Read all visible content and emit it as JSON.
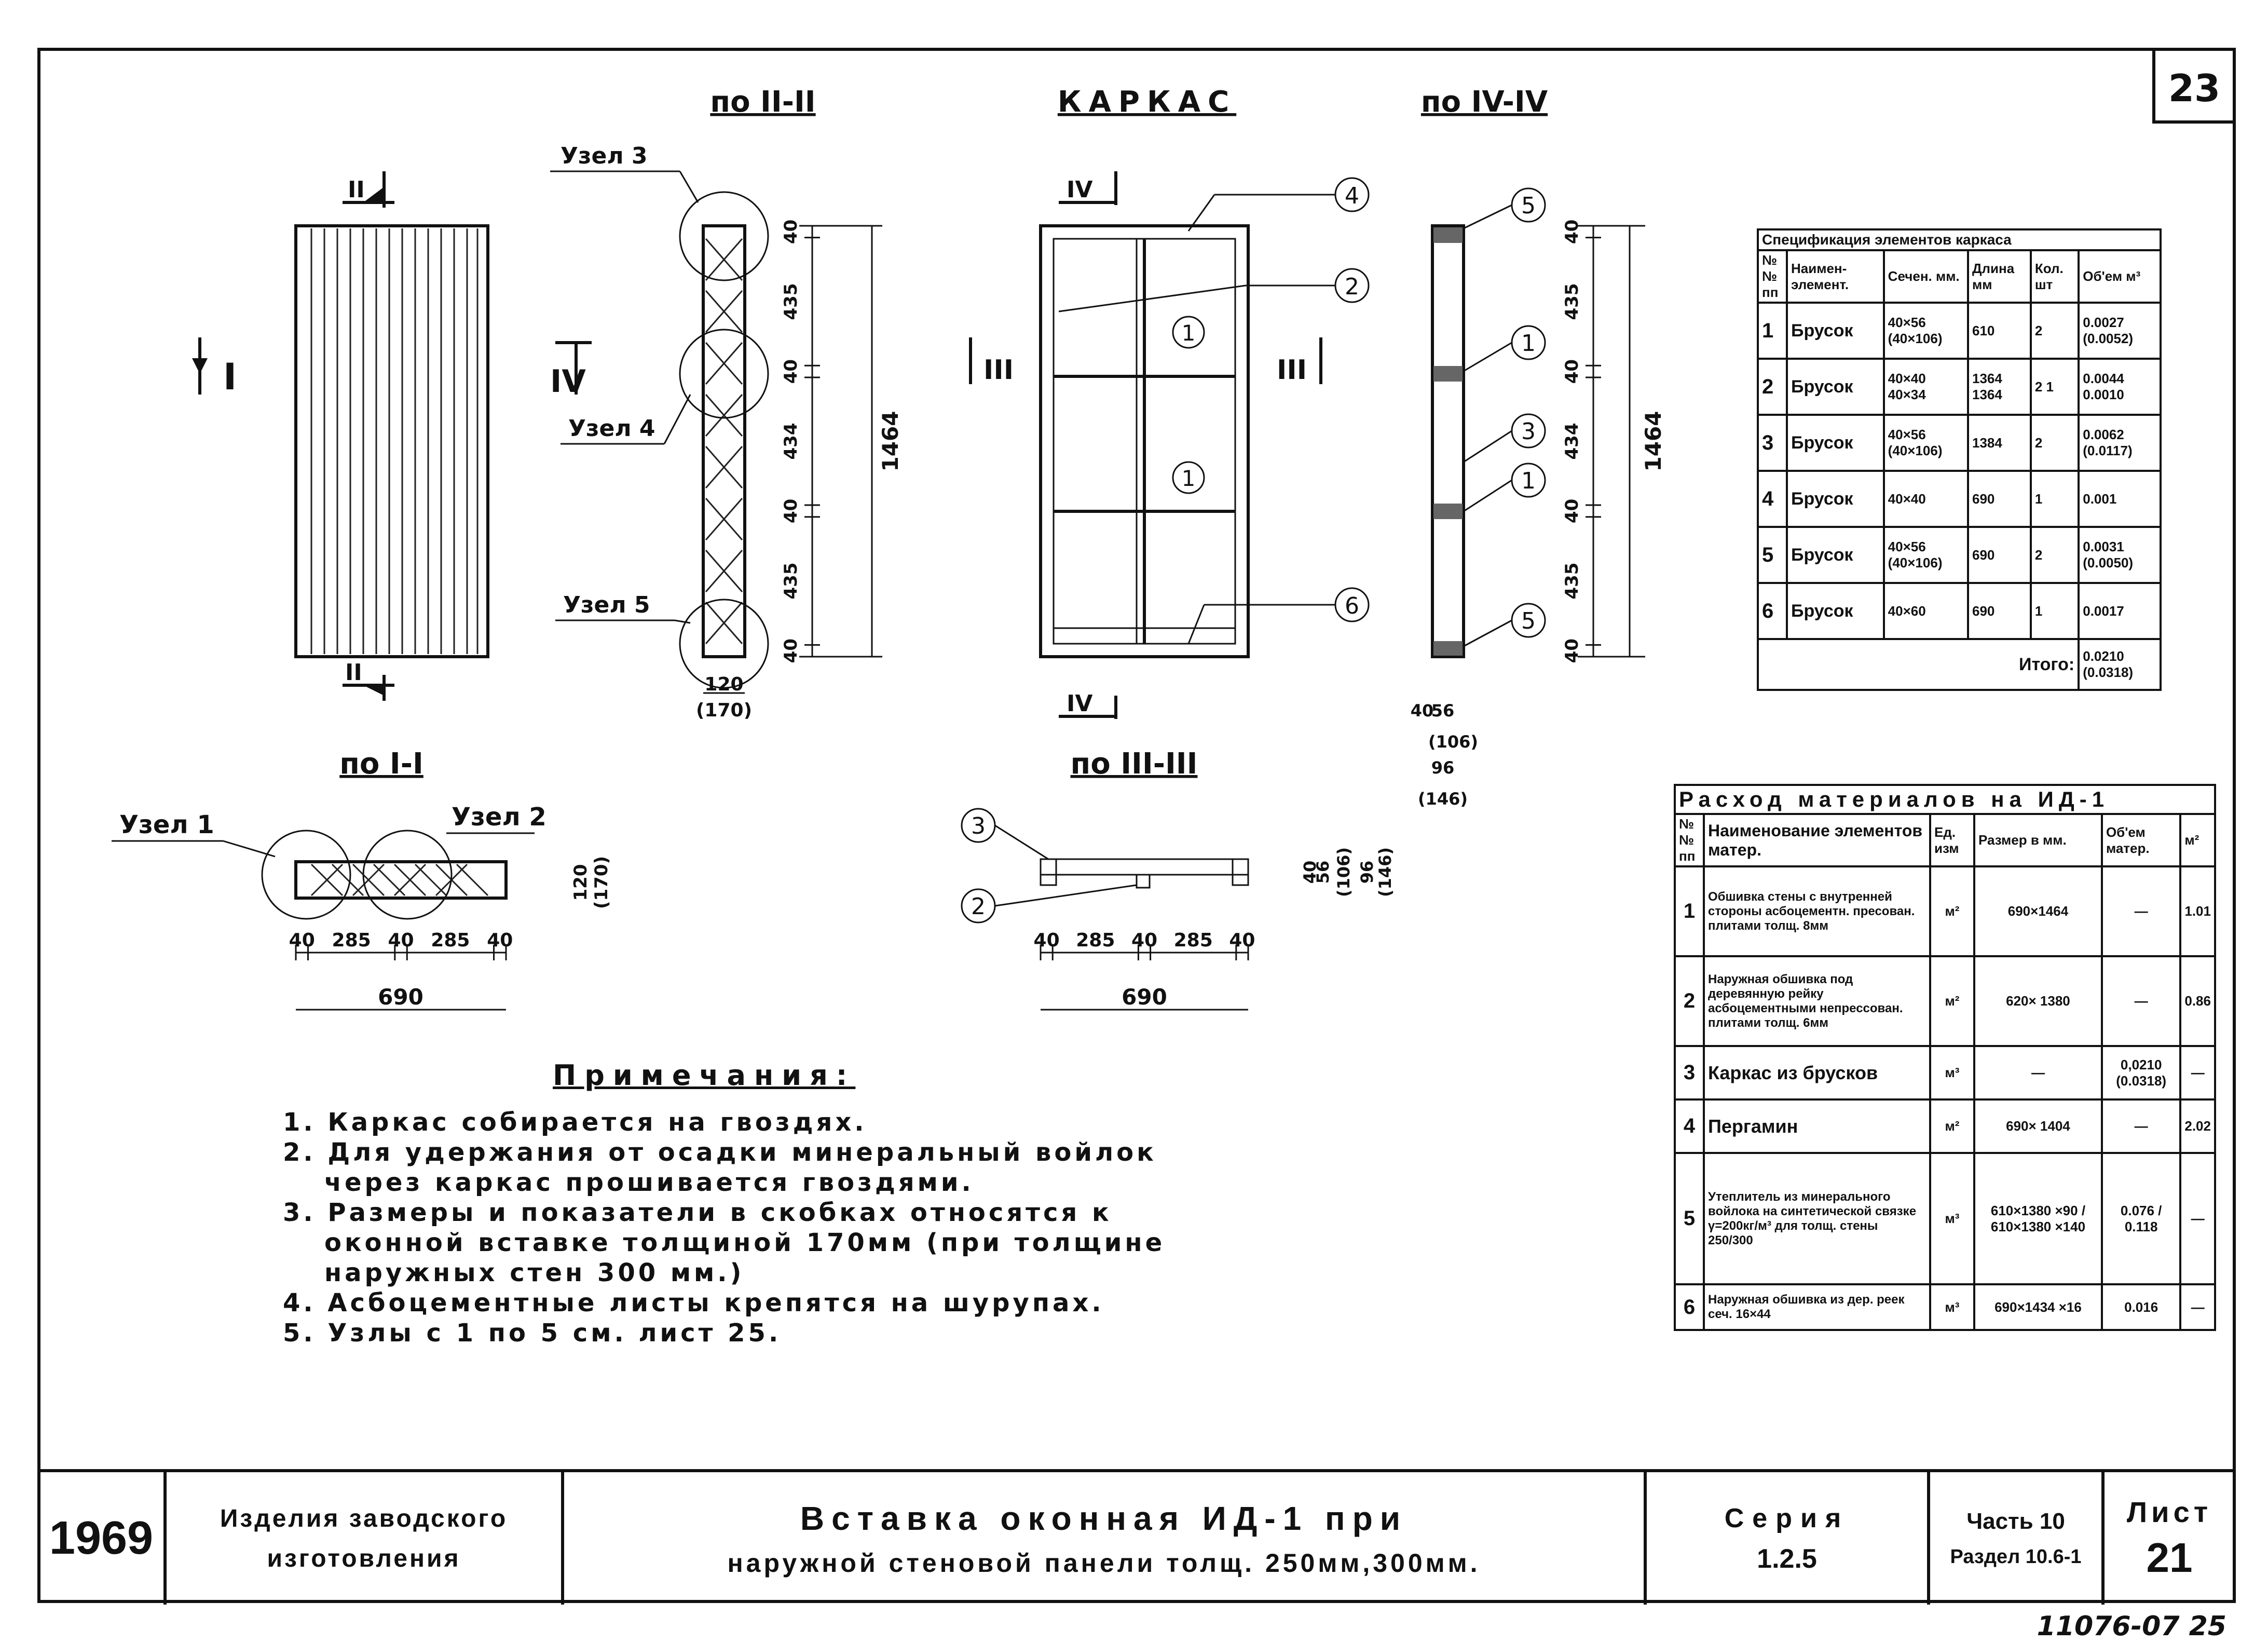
{
  "sheet_number": "23",
  "views": {
    "section_2": "по II-II",
    "frame": "КАРКАС",
    "section_4": "по IV-IV",
    "section_1": "по I-I",
    "section_3": "по III-III"
  },
  "section_marks": {
    "I": "I",
    "II": "II",
    "III": "III",
    "IV": "IV"
  },
  "node_labels": {
    "n1": "Узел 1",
    "n2": "Узел 2",
    "n3": "Узел 3",
    "n4": "Узел 4",
    "n5": "Узел 5"
  },
  "callouts": [
    "1",
    "2",
    "3",
    "4",
    "5",
    "6"
  ],
  "dims": {
    "sec2_vert": [
      "40",
      "435",
      "40",
      "434",
      "40",
      "435",
      "40"
    ],
    "sec2_total": "1464",
    "sec2_width": "120",
    "sec2_width_alt": "(170)",
    "sec4_vert": [
      "40",
      "435",
      "40",
      "434",
      "40",
      "435",
      "40"
    ],
    "sec4_total": "1464",
    "sec4_bottom": [
      "40",
      "56",
      "(106)",
      "96",
      "(146)"
    ],
    "sec1_horiz": [
      "40",
      "285",
      "40",
      "285",
      "40"
    ],
    "sec1_total": "690",
    "sec1_side": [
      "120",
      "(170)"
    ],
    "sec3_horiz": [
      "40",
      "285",
      "40",
      "285",
      "40"
    ],
    "sec3_total": "690",
    "sec3_side": [
      "40",
      "56",
      "(106)",
      "96",
      "(146)"
    ]
  },
  "spec_table": {
    "title": "Спецификация элементов каркаса",
    "headers": [
      "№№ пп",
      "Наимен-элемент.",
      "Сечен. мм.",
      "Длина мм",
      "Кол. шт",
      "Об'ем м³"
    ],
    "rows": [
      [
        "1",
        "Брусок",
        "40×56 (40×106)",
        "610",
        "2",
        "0.0027 (0.0052)"
      ],
      [
        "2",
        "Брусок",
        "40×40 40×34",
        "1364 1364",
        "2 1",
        "0.0044 0.0010"
      ],
      [
        "3",
        "Брусок",
        "40×56 (40×106)",
        "1384",
        "2",
        "0.0062 (0.0117)"
      ],
      [
        "4",
        "Брусок",
        "40×40",
        "690",
        "1",
        "0.001"
      ],
      [
        "5",
        "Брусок",
        "40×56 (40×106)",
        "690",
        "2",
        "0.0031 (0.0050)"
      ],
      [
        "6",
        "Брусок",
        "40×60",
        "690",
        "1",
        "0.0017"
      ]
    ],
    "total_label": "Итого:",
    "total_value": "0.0210 (0.0318)"
  },
  "materials_table": {
    "title": "Расход материалов на ИД-1",
    "headers": [
      "№№ пп",
      "Наименование элементов матер.",
      "Ед. изм",
      "Размер в мм.",
      "Об'ем матер.",
      "м²"
    ],
    "rows": [
      [
        "1",
        "Обшивка стены с внутренней стороны асбоцементн. пресован. плитами толщ. 8мм",
        "м²",
        "690×1464",
        "—",
        "1.01"
      ],
      [
        "2",
        "Наружная обшивка под деревянную рейку асбоцементными непрессован. плитами толщ. 6мм",
        "м²",
        "620× 1380",
        "—",
        "0.86"
      ],
      [
        "3",
        "Каркас из брусков",
        "м³",
        "—",
        "0,0210 (0.0318)",
        "—"
      ],
      [
        "4",
        "Пергамин",
        "м²",
        "690× 1404",
        "—",
        "2.02"
      ],
      [
        "5",
        "Утеплитель из минерального войлока на синтетической связке γ=200кг/м³ для толщ. стены 250/300",
        "м³",
        "610×1380 ×90 / 610×1380 ×140",
        "0.076 / 0.118",
        "—"
      ],
      [
        "6",
        "Наружная обшивка из дер. реек сеч. 16×44",
        "м³",
        "690×1434 ×16",
        "0.016",
        "—"
      ]
    ]
  },
  "notes": {
    "title": "Примечания:",
    "items": [
      "1. Каркас собирается на гвоздях.",
      "2. Для удержания от осадки минеральный войлок",
      "через каркас прошивается гвоздями.",
      "3. Размеры и показатели в скобках относятся к",
      "оконной вставке толщиной 170мм (при толщине",
      "наружных стен 300 мм.)",
      "4. Асбоцементные листы крепятся на шурупах.",
      "5. Узлы с 1 по 5 см. лист 25."
    ]
  },
  "title_block": {
    "year": "1969",
    "org_line1": "Изделия заводского",
    "org_line2": "изготовления",
    "title_line1": "Вставка оконная ИД-1 при",
    "title_line2": "наружной стеновой панели толщ. 250мм,300мм.",
    "series_label": "Серия",
    "series_value": "1.2.5",
    "part_label": "Часть 10",
    "section_label": "Раздел 10.6-1",
    "sheet_label": "Лист",
    "sheet_value": "21"
  },
  "stamp": "11076-07 25"
}
